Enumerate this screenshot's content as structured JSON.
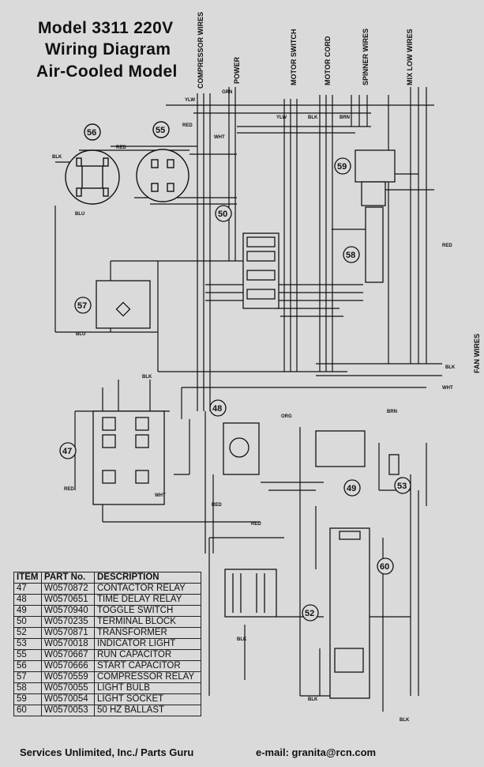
{
  "title": {
    "line1": "Model 3311 220V",
    "line2": "Wiring Diagram",
    "line3": "Air-Cooled Model"
  },
  "callouts": [
    "56",
    "55",
    "50",
    "59",
    "58",
    "57",
    "47",
    "48",
    "49",
    "53",
    "60",
    "52"
  ],
  "wire_groups": [
    "COMPRESSOR WIRES",
    "POWER",
    "MOTOR SWITCH",
    "MOTOR CORD",
    "SPINNER WIRES",
    "MIX LOW WIRES",
    "FAN WIRES"
  ],
  "wire_tags": [
    "BLK",
    "RED",
    "RED",
    "YLW",
    "GRN",
    "WHT",
    "YLW",
    "BLK",
    "BRN",
    "RED",
    "BLK",
    "WHT",
    "ORG",
    "BRN",
    "RED",
    "WHT",
    "RED",
    "RED",
    "BLK",
    "BLK",
    "BLK",
    "BLU",
    "BLK",
    "BLU"
  ],
  "parts_table": {
    "headers": [
      "ITEM",
      "PART No.",
      "DESCRIPTION"
    ],
    "rows": [
      [
        "47",
        "W0570872",
        "CONTACTOR RELAY"
      ],
      [
        "48",
        "W0570651",
        "TIME DELAY RELAY"
      ],
      [
        "49",
        "W0570940",
        "TOGGLE SWITCH"
      ],
      [
        "50",
        "W0570235",
        "TERMINAL BLOCK"
      ],
      [
        "52",
        "W0570871",
        "TRANSFORMER"
      ],
      [
        "53",
        "W0570018",
        "INDICATOR LIGHT"
      ],
      [
        "55",
        "W0570667",
        "RUN CAPACITOR"
      ],
      [
        "56",
        "W0570666",
        "START CAPACITOR"
      ],
      [
        "57",
        "W0570559",
        "COMPRESSOR RELAY"
      ],
      [
        "58",
        "W0570055",
        "LIGHT BULB"
      ],
      [
        "59",
        "W0570054",
        "LIGHT SOCKET"
      ],
      [
        "60",
        "W0570053",
        "50 HZ BALLAST"
      ]
    ]
  },
  "footer": {
    "company": "Services Unlimited, Inc./ Parts Guru",
    "email": "e-mail: granita@rcn.com"
  }
}
